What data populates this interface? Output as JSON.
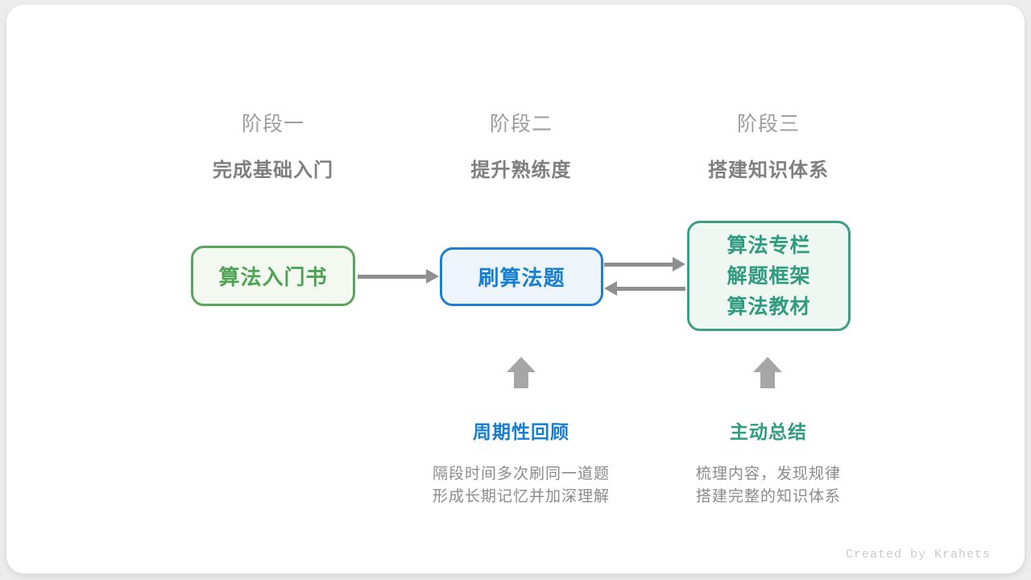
{
  "stages": [
    {
      "label": "阶段一",
      "subtitle": "完成基础入门"
    },
    {
      "label": "阶段二",
      "subtitle": "提升熟练度"
    },
    {
      "label": "阶段三",
      "subtitle": "搭建知识体系"
    }
  ],
  "nodes": {
    "intro_book": {
      "title": "算法入门书"
    },
    "practice": {
      "title": "刷算法题"
    },
    "resources": {
      "lines": [
        "算法专栏",
        "解题框架",
        "算法教材"
      ]
    }
  },
  "annotations": [
    {
      "title": "周期性回顾",
      "desc_lines": [
        "隔段时间多次刷同一道题",
        "形成长期记忆并加深理解"
      ]
    },
    {
      "title": "主动总结",
      "desc_lines": [
        "梳理内容，发现规律",
        "搭建完整的知识体系"
      ]
    }
  ],
  "credit": "Created by Krahets",
  "colors": {
    "stage_label": "#9c9c9c",
    "stage_subtitle": "#7f7f7f",
    "node_intro_border": "#5ba45f",
    "node_intro_bg": "#f3f8f1",
    "node_intro_text": "#4fa355",
    "node_practice_border": "#1f80d1",
    "node_practice_bg": "#edf5fb",
    "node_practice_text": "#177fd3",
    "node_resources_border": "#3f9d84",
    "node_resources_bg": "#eff7f3",
    "node_resources_text": "#2f9b7f",
    "arrow": "#8f8f8f",
    "block_arrow": "#a6a6a6",
    "description_text": "#8b8b8b",
    "credit_text": "#cbcbcb",
    "card_bg": "#ffffff",
    "page_bg": "#ececec"
  }
}
